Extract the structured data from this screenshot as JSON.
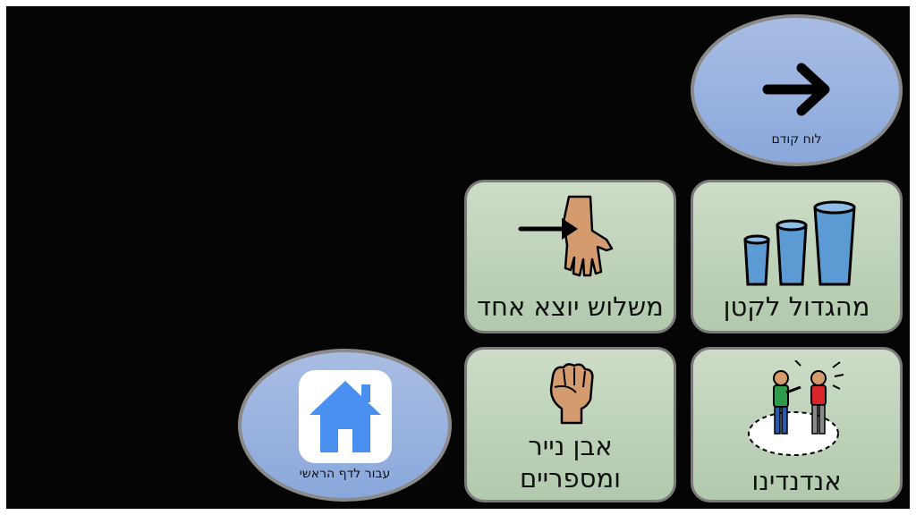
{
  "board": {
    "prev_button": {
      "label": "לוח קודם",
      "icon": "arrow-right-icon"
    },
    "home_button": {
      "label": "עבור לדף הראשי",
      "icon": "home-icon"
    },
    "cells": [
      {
        "label": "מהגדול לקטן",
        "icon": "cups-large-to-small-icon"
      },
      {
        "label": "משלוש יוצא אחד",
        "icon": "hand-out-icon"
      },
      {
        "label": "אנדנדינו",
        "icon": "children-game-icon"
      },
      {
        "label": "אבן נייר ומספריים",
        "icon": "fist-icon"
      }
    ]
  },
  "colors": {
    "cell_bg": "#bfd3ba",
    "oval_bg": "#97b1df",
    "board_bg": "#050505"
  }
}
